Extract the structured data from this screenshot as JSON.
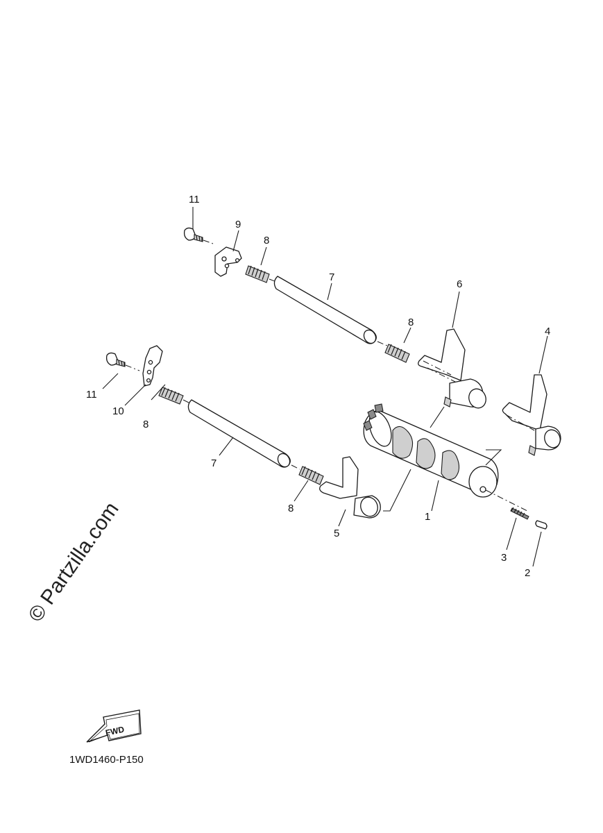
{
  "callouts": {
    "c1": "1",
    "c2": "2",
    "c3": "3",
    "c4": "4",
    "c5": "5",
    "c6": "6",
    "c7_upper": "7",
    "c7_lower": "7",
    "c8_upper_left": "8",
    "c8_upper_right": "8",
    "c8_lower_left": "8",
    "c8_lower_right": "8",
    "c9": "9",
    "c10": "10",
    "c11_upper": "11",
    "c11_lower": "11"
  },
  "watermark": "© Partzilla.com",
  "fwd_label": "FWD",
  "diagram_code": "1WD1460-P150"
}
